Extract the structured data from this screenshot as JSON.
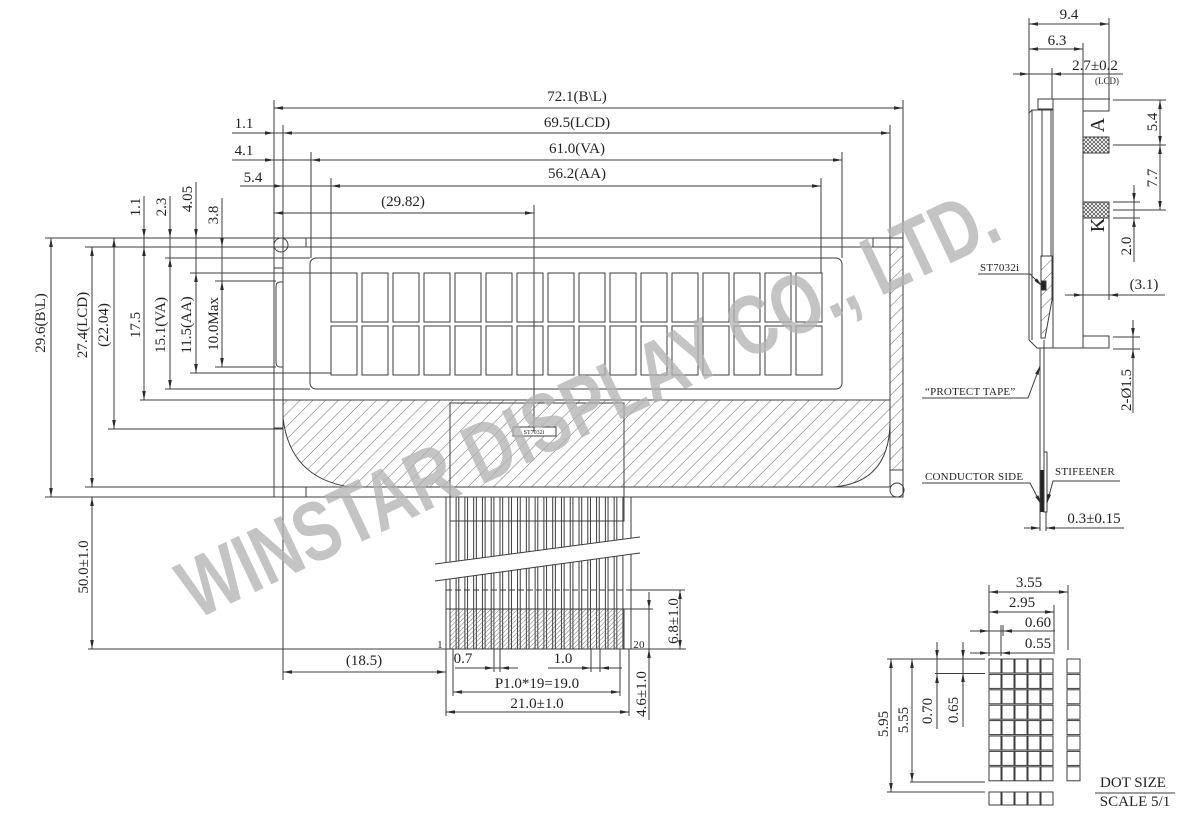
{
  "drawing": {
    "watermark": "WINSTAR DISPLAY CO., LTD.",
    "colors": {
      "background": "#ffffff",
      "line": "#3c3c3c",
      "text": "#222222",
      "watermark": "#b3b3b3"
    },
    "front_view": {
      "width_bl": "72.1(B\\L)",
      "width_lcd": "69.5(LCD)",
      "width_va": "61.0(VA)",
      "width_aa": "56.2(AA)",
      "ic_offset": "(29.82)",
      "offset_lcd": "1.1",
      "offset_va": "4.1",
      "offset_aa": "5.4",
      "height_bl": "29.6(B\\L)",
      "height_lcd": "27.4(LCD)",
      "height_ic": "(22.04)",
      "height_17_5": "17.5",
      "height_va": "15.1(VA)",
      "height_aa": "11.5(AA)",
      "height_led": "10.0Max",
      "top_offset_lcd": "1.1",
      "top_offset_va": "2.3",
      "top_offset_aa": "4.05",
      "top_offset_led": "3.8",
      "fpc_length": "50.0±1.0",
      "ic_label": "ST7032i",
      "character_rows": 2,
      "character_cols": 16
    },
    "fpc": {
      "pin_first": "1",
      "pin_last": "20",
      "pin_count": 20,
      "offset": "(18.5)",
      "trace_width": "0.7",
      "pitch": "1.0",
      "pitch_total": "P1.0*19=19.0",
      "fpc_width": "21.0±1.0",
      "stiffener_length": "6.8±1.0",
      "contact_length": "4.6±1.0"
    },
    "side_view": {
      "overall_thickness": "9.4",
      "dim_6_3": "6.3",
      "lcd_thickness": "2.7±0.2",
      "lcd_note": "(LCD)",
      "anode_label": "A",
      "cathode_label": "K",
      "dim_5_4": "5.4",
      "dim_7_7": "7.7",
      "dim_2_0": "2.0",
      "dim_3_1": "(3.1)",
      "hole": "2-Ø1.5",
      "ic_label": "ST7032i",
      "protect_tape": "“PROTECT TAPE”",
      "conductor_side": "CONDUCTOR SIDE",
      "stiffener": "STIFEENER",
      "fpc_thickness": "0.3±0.15"
    },
    "dot_size": {
      "char_width": "3.55",
      "dots_width": "2.95",
      "dot_pitch_x": "0.60",
      "dot_width": "0.55",
      "char_height": "5.95",
      "dots_height": "5.55",
      "dot_pitch_y": "0.70",
      "dot_height": "0.65",
      "title": "DOT SIZE",
      "scale": "SCALE 5/1",
      "dot_cols": 5,
      "dot_rows": 8
    }
  }
}
